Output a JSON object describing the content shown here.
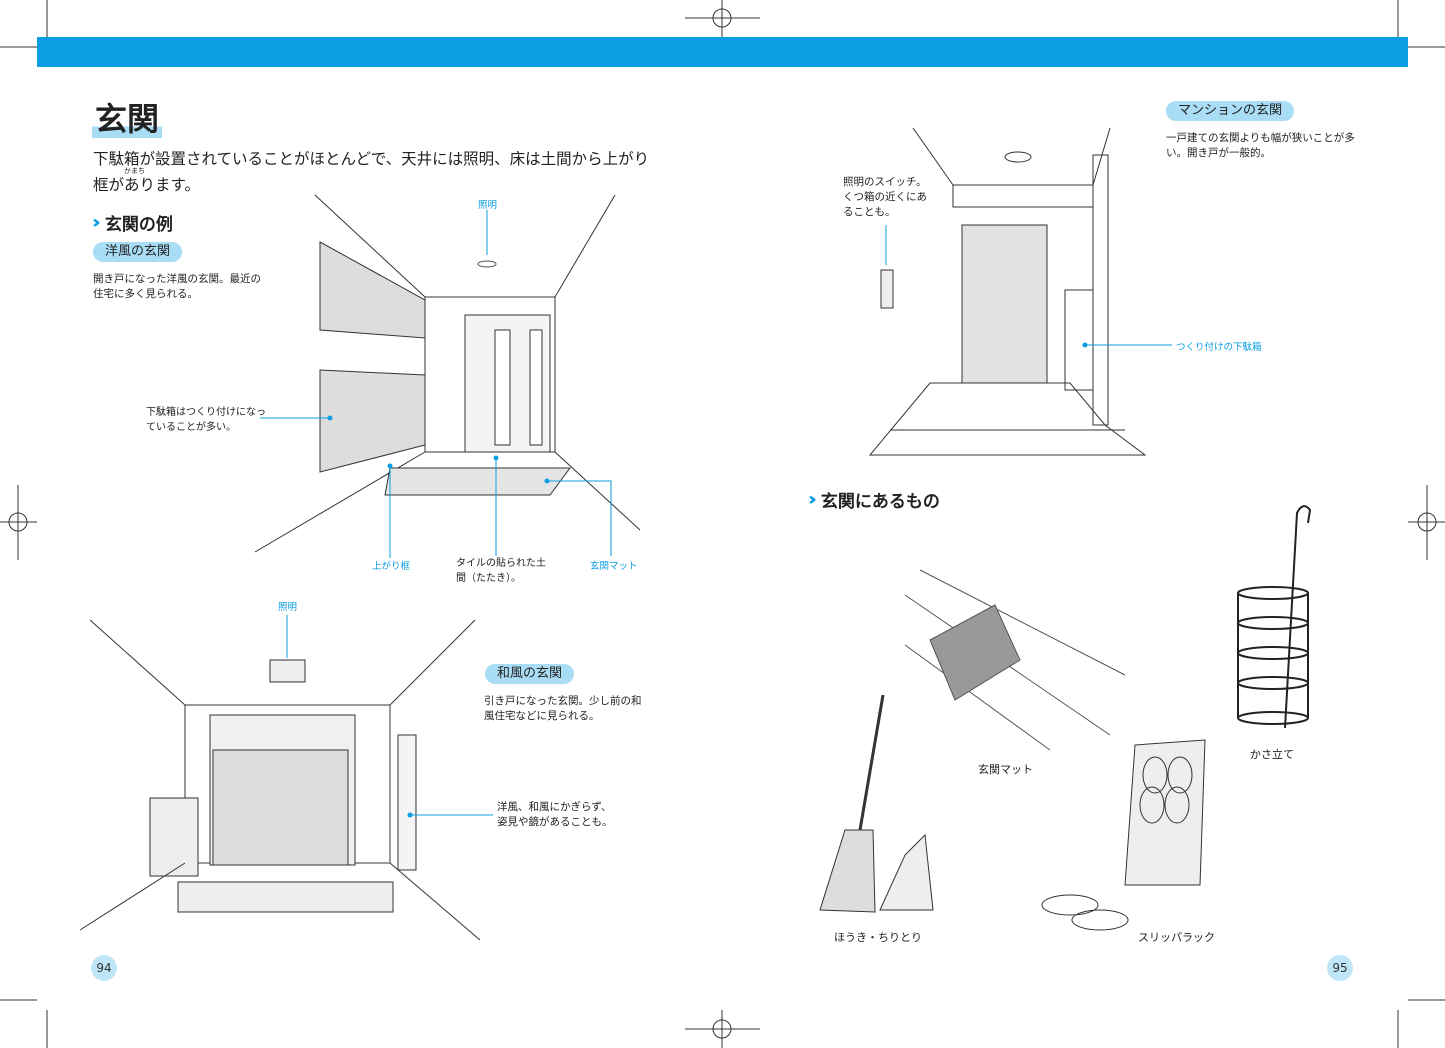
{
  "header": {
    "accent": "#0a9ee2"
  },
  "left": {
    "title": "玄関",
    "lead": "下駄箱が設置されていることがほとんどで、天井には照明、床は土間から上がり框があります。",
    "ruby": "かまち",
    "section": "玄関の例",
    "western": {
      "pill": "洋風の玄関",
      "desc": "開き戸になった洋風の玄関。最近の住宅に多く見られる。",
      "labels": {
        "light": "照明",
        "shoebox": "下駄箱はつくり付けになっていることが多い。",
        "agari": "上がり框",
        "tile": "タイルの貼られた土間（たたき）。",
        "mat": "玄関マット"
      }
    },
    "japanese": {
      "pill": "和風の玄関",
      "desc": "引き戸になった玄関。少し前の和風住宅などに見られる。",
      "labels": {
        "light": "照明",
        "mirror": "洋風、和風にかぎらず、姿見や鏡があることも。"
      }
    },
    "page": "94"
  },
  "right": {
    "mansion": {
      "pill": "マンションの玄関",
      "desc": "一戸建ての玄関よりも幅が狭いことが多い。開き戸が一般的。",
      "labels": {
        "switch": "照明のスイッチ。くつ箱の近くにあることも。",
        "shoebox": "つくり付けの下駄箱"
      }
    },
    "section": "玄関にあるもの",
    "items": {
      "mat": "玄関マット",
      "umbrella": "かさ立て",
      "broom": "ほうき・ちりとり",
      "slipper": "スリッパラック"
    },
    "page": "95"
  }
}
